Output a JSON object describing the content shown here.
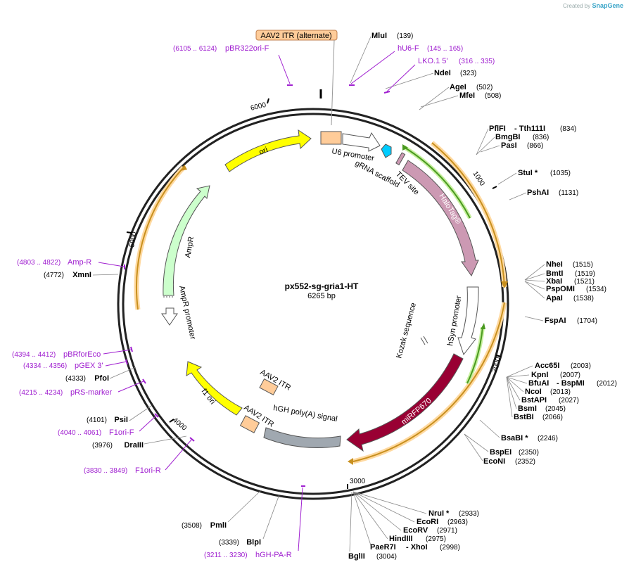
{
  "credit": {
    "prefix": "Created by",
    "brand": "SnapGene"
  },
  "title": "px552-sg-gria1-HT",
  "subtitle": "6265 bp",
  "ticks": [
    "1000",
    "2000",
    "3000",
    "4000",
    "5000",
    "6000"
  ],
  "colors": {
    "backbone": "#222222",
    "primer": "#a020d0",
    "ori": "#ffff00",
    "ampr": "#ccffcc",
    "promoter": "#ffffff",
    "itr": "#ffcc99",
    "haloTag": "#cc99b3",
    "miRFP670": "#990033",
    "tev": "#00ccff",
    "polyA": "#a0a8b0",
    "orf_arrow": "#c8901e",
    "orf_glow": "#ffd9a0",
    "green_arrow": "#4a9a20"
  },
  "features": {
    "itr_top": "AAV2 ITR (alternate)",
    "ori": "ori",
    "u6": "U6 promoter",
    "grna": "gRNA scaffold",
    "tev": "TEV site",
    "halotag": "HaloTag®",
    "hsyn": "hSyn promoter",
    "kozak": "Kozak sequence",
    "mirfp": "miRFP670",
    "hgh": "hGH poly(A) signal",
    "itr1": "AAV2 ITR",
    "itr2": "AAV2 ITR",
    "f1ori": "f1 ori",
    "ampr": "AmpR",
    "ampr_promoter": "AmpR promoter"
  },
  "sites_right": [
    {
      "name": "MluI",
      "pos": "(139)"
    },
    {
      "name": "NdeI",
      "pos": "(323)"
    },
    {
      "name": "AgeI",
      "pos": "(502)"
    },
    {
      "name": "MfeI",
      "pos": "(508)"
    },
    {
      "name": "PflFI",
      "extra": "- Tth111I",
      "pos": "(834)"
    },
    {
      "name": "BmgBI",
      "pos": "(836)"
    },
    {
      "name": "PasI",
      "pos": "(866)"
    },
    {
      "name": "StuI *",
      "pos": "(1035)"
    },
    {
      "name": "PshAI",
      "pos": "(1131)"
    },
    {
      "name": "NheI",
      "pos": "(1515)"
    },
    {
      "name": "BmtI",
      "pos": "(1519)"
    },
    {
      "name": "XbaI",
      "pos": "(1521)"
    },
    {
      "name": "PspOMI",
      "pos": "(1534)"
    },
    {
      "name": "ApaI",
      "pos": "(1538)"
    },
    {
      "name": "FspAI",
      "pos": "(1704)"
    },
    {
      "name": "Acc65I",
      "pos": "(2003)"
    },
    {
      "name": "KpnI",
      "pos": "(2007)"
    },
    {
      "name": "BfuAI",
      "extra": "- BspMI",
      "pos": "(2012)"
    },
    {
      "name": "NcoI",
      "pos": "(2013)"
    },
    {
      "name": "BstAPI",
      "pos": "(2027)"
    },
    {
      "name": "BsmI",
      "pos": "(2045)"
    },
    {
      "name": "BstBI",
      "pos": "(2066)"
    },
    {
      "name": "BsaBI *",
      "pos": "(2246)"
    },
    {
      "name": "BspEI",
      "pos": "(2350)"
    },
    {
      "name": "EcoNI",
      "pos": "(2352)"
    },
    {
      "name": "NruI *",
      "pos": "(2933)"
    },
    {
      "name": "EcoRI",
      "pos": "(2963)"
    },
    {
      "name": "EcoRV",
      "pos": "(2971)"
    },
    {
      "name": "HindIII",
      "pos": "(2975)"
    },
    {
      "name": "PaeR7I",
      "extra": "- XhoI",
      "pos": "(2998)"
    },
    {
      "name": "BglII",
      "pos": "(3004)"
    }
  ],
  "sites_left": [
    {
      "name": "PmlI",
      "pos": "(3508)"
    },
    {
      "name": "BlpI",
      "pos": "(3339)"
    },
    {
      "name": "DraIII",
      "pos": "(3976)"
    },
    {
      "name": "PsiI",
      "pos": "(4101)"
    },
    {
      "name": "PfoI",
      "pos": "(4333)"
    },
    {
      "name": "XmnI",
      "pos": "(4772)"
    }
  ],
  "primers": [
    {
      "name": "pBR322ori-F",
      "pos": "(6105 .. 6124)"
    },
    {
      "name": "hU6-F",
      "pos": "(145 .. 165)"
    },
    {
      "name": "LKO.1 5'",
      "pos": "(316 .. 335)"
    },
    {
      "name": "Amp-R",
      "pos": "(4803 .. 4822)"
    },
    {
      "name": "pBRforEco",
      "pos": "(4394 .. 4412)"
    },
    {
      "name": "pGEX 3'",
      "pos": "(4334 .. 4356)"
    },
    {
      "name": "pRS-marker",
      "pos": "(4215 .. 4234)"
    },
    {
      "name": "F1ori-F",
      "pos": "(4040 .. 4061)"
    },
    {
      "name": "F1ori-R",
      "pos": "(3830 .. 3849)"
    },
    {
      "name": "hGH-PA-R",
      "pos": "(3211 .. 3230)"
    }
  ]
}
